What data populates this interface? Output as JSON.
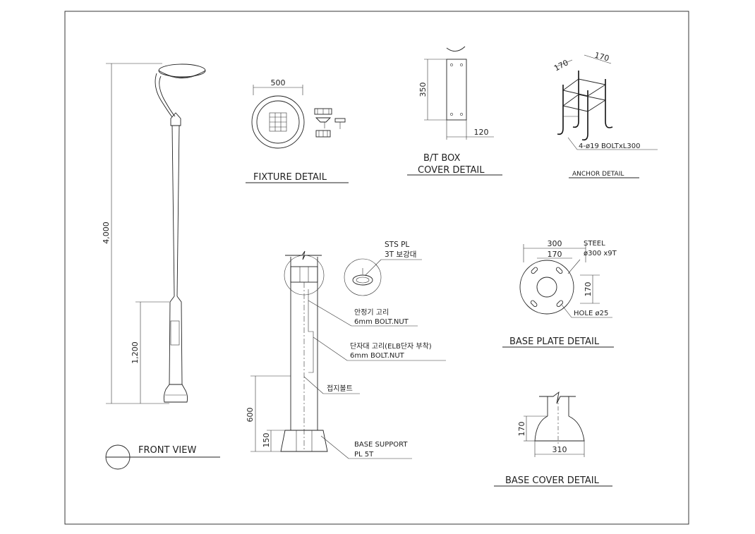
{
  "front_view": {
    "title": "FRONT VIEW",
    "dim_total": "4,000",
    "dim_lower": "1,200"
  },
  "fixture_detail": {
    "title": "FIXTURE DETAIL",
    "dim_diameter": "500"
  },
  "bt_box": {
    "title_line1": "B/T BOX",
    "title_line2": "COVER DETAIL",
    "dim_height": "350",
    "dim_width": "120"
  },
  "anchor_detail": {
    "title": "ANCHOR DETAIL",
    "dim_a": "170",
    "dim_b": "170",
    "bolt_note": "4-ø19  BOLTxL300"
  },
  "section_detail": {
    "sts_line1": "STS  PL",
    "sts_line2": "3T 보강대",
    "note1_line1": "안정기 고리",
    "note1_line2": "6mm BOLT.NUT",
    "note2_line1": "단자대 고리(ELB단자 부착)",
    "note2_line2": "6mm BOLT.NUT",
    "note3": "접지볼트",
    "base_line1": "BASE SUPPORT",
    "base_line2": "PL 5T",
    "dim_600": "600",
    "dim_150": "150"
  },
  "base_plate": {
    "title": "BASE PLATE DETAIL",
    "dim_outer": "300",
    "dim_inner": "170",
    "dim_side": "170",
    "steel_line1": "STEEL",
    "steel_line2": "ø300 x9T",
    "hole_note": "HOLE ø25"
  },
  "base_cover": {
    "title": "BASE COVER DETAIL",
    "dim_height": "170",
    "dim_width": "310"
  }
}
